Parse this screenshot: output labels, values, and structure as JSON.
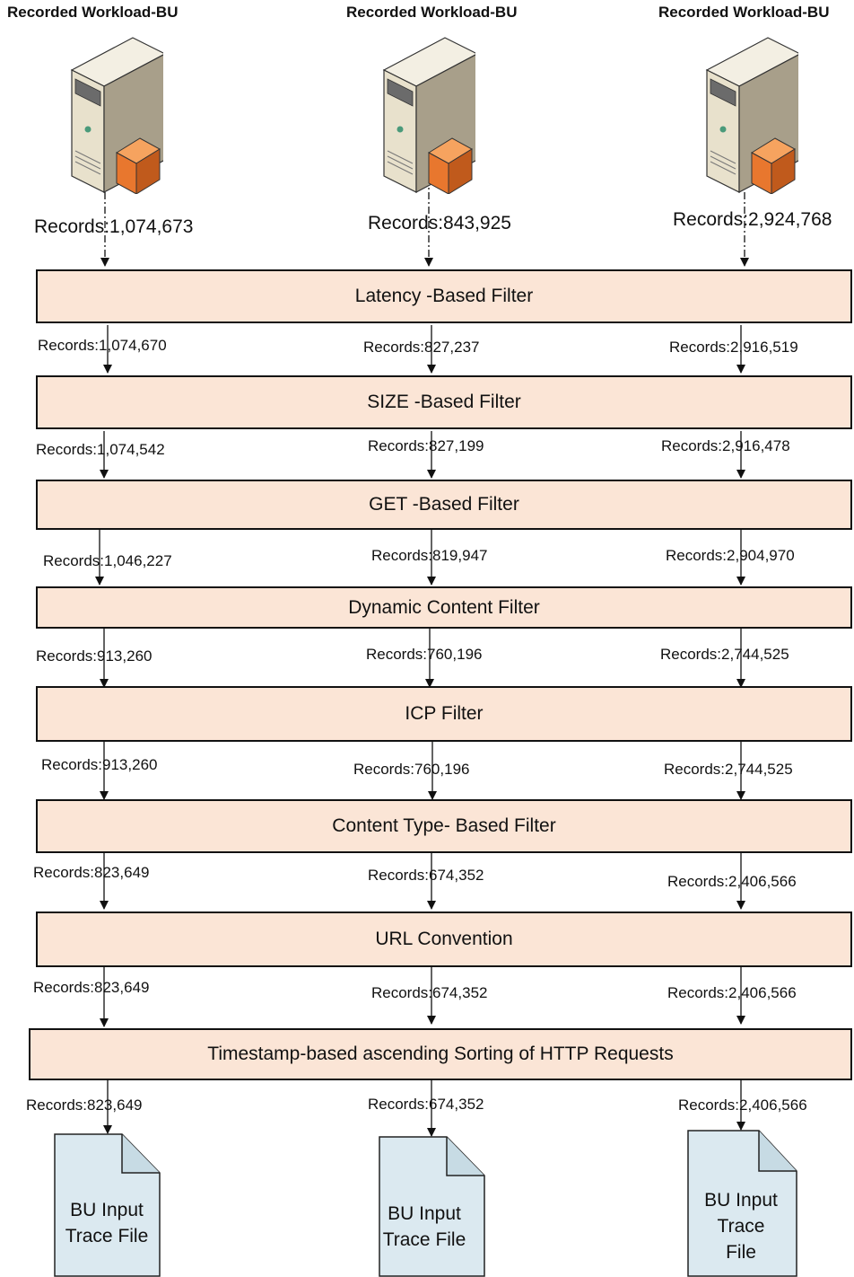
{
  "sources": [
    {
      "title": "Recorded Workload-BU",
      "records": "Records:1,074,673"
    },
    {
      "title": "Recorded Workload-BU",
      "records": "Records:843,925"
    },
    {
      "title": "Recorded Workload-BU",
      "records": "Records:2,924,768"
    }
  ],
  "filters": [
    {
      "label": "Latency -Based Filter",
      "records": [
        "Records:1,074,670",
        "Records:827,237",
        "Records:2,916,519"
      ]
    },
    {
      "label": "SIZE -Based Filter",
      "records": [
        "Records:1,074,542",
        "Records:827,199",
        "Records:2,916,478"
      ]
    },
    {
      "label": "GET -Based Filter",
      "records": [
        "Records:1,046,227",
        "Records:819,947",
        "Records:2,904,970"
      ]
    },
    {
      "label": "Dynamic Content Filter",
      "records": [
        "Records:913,260",
        "Records:760,196",
        "Records:2,744,525"
      ]
    },
    {
      "label": "ICP  Filter",
      "records": [
        "Records:913,260",
        "Records:760,196",
        "Records:2,744,525"
      ]
    },
    {
      "label": "Content Type- Based Filter",
      "records": [
        "Records:823,649",
        "Records:674,352",
        "Records:2,406,566"
      ]
    },
    {
      "label": "URL Convention",
      "records": [
        "Records:823,649",
        "Records:674,352",
        "Records:2,406,566"
      ]
    },
    {
      "label": "Timestamp-based ascending Sorting of HTTP Requests",
      "records": [
        "Records:823,649",
        "Records:674,352",
        "Records:2,406,566"
      ]
    }
  ],
  "outputs": [
    {
      "label": "BU Input\nTrace File"
    },
    {
      "label": "BU Input\nTrace File"
    },
    {
      "label": "BU Input\nTrace\nFile"
    }
  ],
  "colors": {
    "filter_fill": "#fbe5d6",
    "doc_fill": "#dbe9f0",
    "server_body": "#e8e1cc",
    "firewall": "#e8772e"
  }
}
